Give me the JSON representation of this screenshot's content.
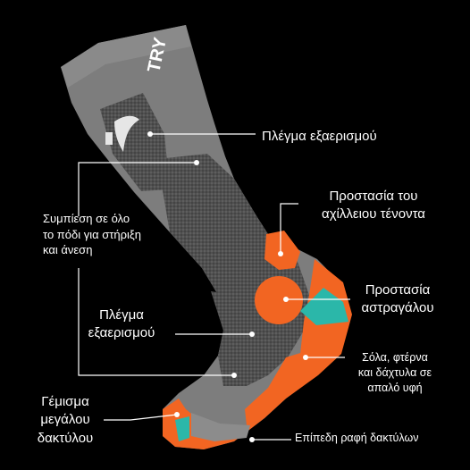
{
  "brand": {
    "logo_text": "TRY"
  },
  "colors": {
    "background": "#000000",
    "sock_gray": "#7d7d7d",
    "sock_dark": "#4a4a4a",
    "accent_orange": "#f26522",
    "accent_teal": "#2bb7a9",
    "text": "#ffffff"
  },
  "annotations": {
    "mesh_top": "Πλέγμα εξαερισμού",
    "achilles": {
      "line1": "Προστασία του",
      "line2": "αχίλλειου τένοντα"
    },
    "compression": {
      "line1": "Συμπίεση σε όλο",
      "line2": "το πόδι για στήριξη",
      "line3": "και άνεση"
    },
    "ankle": {
      "line1": "Προστασία",
      "line2": "αστραγάλου"
    },
    "mesh_mid": {
      "line1": "Πλέγμα",
      "line2": "εξαερισμού"
    },
    "sole": {
      "line1": "Σόλα, φτέρνα",
      "line2": "και δάχτυλα σε",
      "line3": "απαλό υφή"
    },
    "big_toe": {
      "line1": "Γέμισμα",
      "line2": "μεγάλου",
      "line3": "δακτύλου"
    },
    "flat_seam": "Επίπεδη ραφή δακτύλων"
  }
}
